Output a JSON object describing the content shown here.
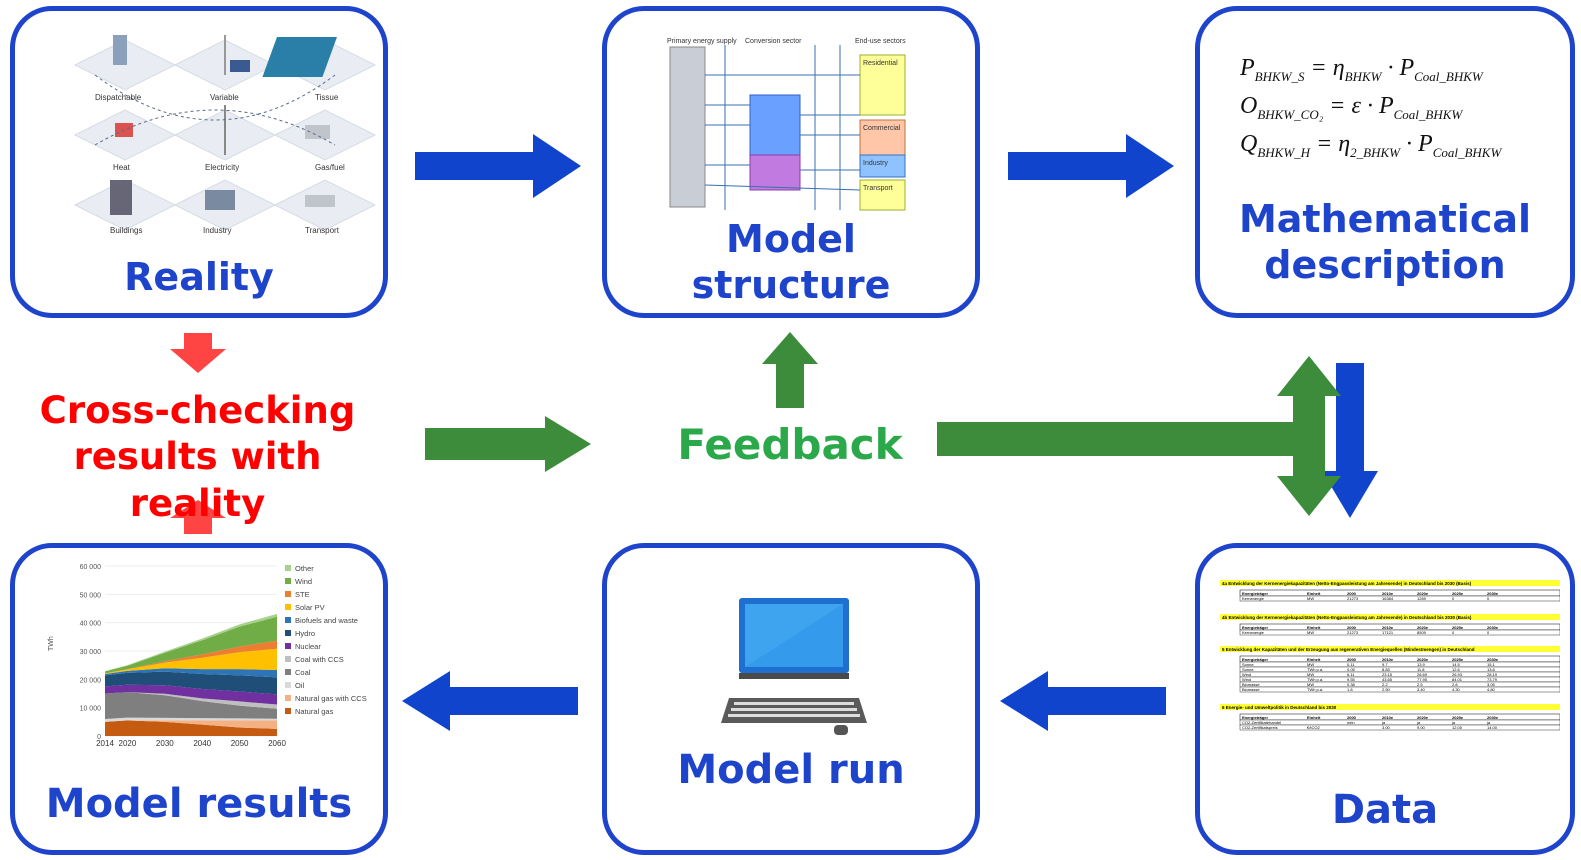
{
  "boxes": {
    "reality": {
      "label": "Reality",
      "map_labels": [
        "Dispatchable",
        "Variable",
        "Tissue",
        "Heat",
        "Electricity",
        "Gas/fuel",
        "Buildings",
        "Industry",
        "Transport"
      ]
    },
    "model_structure": {
      "label_line1": "Model",
      "label_line2": "structure",
      "columns": [
        "Primary energy supply",
        "Conversion sector",
        "End-use sectors"
      ],
      "sectors": [
        "Residential",
        "Commercial",
        "Industry",
        "Transport"
      ]
    },
    "math": {
      "label_line1": "Mathematical",
      "label_line2": "description",
      "formulas": [
        {
          "lhs": "P",
          "lhs_sub": "BHKW_S",
          "rhs_a": "η",
          "rhs_a_sub": "BHKW",
          "rhs_b": "P",
          "rhs_b_sub": "Coal_BHKW"
        },
        {
          "lhs": "O",
          "lhs_sub": "BHKW_CO₂",
          "rhs_a": "ε",
          "rhs_a_sub": "",
          "rhs_b": "P",
          "rhs_b_sub": "Coal_BHKW"
        },
        {
          "lhs": "Q",
          "lhs_sub": "BHKW_H",
          "rhs_a": "η",
          "rhs_a_sub": "2_BHKW",
          "rhs_b": "P",
          "rhs_b_sub": "Coal_BHKW"
        }
      ]
    },
    "results": {
      "label": "Model results"
    },
    "run": {
      "label": "Model run"
    },
    "data": {
      "label": "Data"
    }
  },
  "center": {
    "cross_line1": "Cross-checking",
    "cross_line2": "results with reality",
    "feedback": "Feedback"
  },
  "colors": {
    "box_border": "#1f44cc",
    "blue_arrow": "#1144cc",
    "green_arrow": "#3c8c3c",
    "red": "#ff0000",
    "red_arrow": "#ff4444",
    "feedback_green": "#2aa84a"
  },
  "chart_data": {
    "type": "area",
    "x": [
      2014,
      2020,
      2030,
      2040,
      2050,
      2060
    ],
    "xticks": [
      "2014",
      "2020",
      "2030",
      "2040",
      "2050",
      "2060"
    ],
    "yticks": [
      "0",
      "10 000",
      "20 000",
      "30 000",
      "40 000",
      "50 000",
      "60 000"
    ],
    "ylabel": "TWh",
    "ylim": [
      0,
      60000
    ],
    "series": [
      {
        "name": "Natural gas",
        "color": "#c55a11",
        "values": [
          5000,
          5500,
          5000,
          4000,
          3000,
          2500
        ]
      },
      {
        "name": "Natural gas with CCS",
        "color": "#f4b183",
        "values": [
          0,
          0,
          500,
          1500,
          2500,
          3000
        ]
      },
      {
        "name": "Oil",
        "color": "#d9d9d9",
        "values": [
          1000,
          1000,
          900,
          800,
          700,
          600
        ]
      },
      {
        "name": "Coal",
        "color": "#7f7f7f",
        "values": [
          9000,
          9000,
          8000,
          6000,
          4500,
          3500
        ]
      },
      {
        "name": "Coal with CCS",
        "color": "#bfbfbf",
        "values": [
          0,
          0,
          500,
          1000,
          1500,
          1500
        ]
      },
      {
        "name": "Nuclear",
        "color": "#7030a0",
        "values": [
          2500,
          2600,
          3000,
          3300,
          3500,
          3600
        ]
      },
      {
        "name": "Hydro",
        "color": "#1f4e79",
        "values": [
          3900,
          4200,
          4800,
          5300,
          5700,
          6000
        ]
      },
      {
        "name": "Biofuels and waste",
        "color": "#2e75b6",
        "values": [
          500,
          700,
          1200,
          1700,
          2200,
          2600
        ]
      },
      {
        "name": "Solar PV",
        "color": "#ffc000",
        "values": [
          200,
          500,
          2000,
          4000,
          6000,
          7500
        ]
      },
      {
        "name": "STE",
        "color": "#ed7d31",
        "values": [
          0,
          100,
          500,
          1200,
          2000,
          2800
        ]
      },
      {
        "name": "Wind",
        "color": "#70ad47",
        "values": [
          700,
          1200,
          3000,
          5000,
          7000,
          8500
        ]
      },
      {
        "name": "Other",
        "color": "#a9d18e",
        "values": [
          100,
          200,
          400,
          600,
          800,
          1000
        ]
      }
    ]
  },
  "table": {
    "sections": [
      "4a  Entwicklung der Kernenergiekapazitäten (Netto-Engpassleistung am Jahresende) in Deutschland bis 2030 (Basis)",
      "4b  Entwicklung der Kernenergiekapazitäten (Netto-Engpassleistung am Jahresende) in Deutschland bis 2030 (Basis)",
      "5  Entwicklung der Kapazitäten und der Erzeugung aus regenerativen Energiequellen (Mindestmengen) in Deutschland",
      "6  Energie- und Umweltpolitik in Deutschland bis 2030"
    ],
    "headers": [
      "Energieträger",
      "Einheit",
      "2000",
      "2010e",
      "2020e",
      "2025e",
      "2030e"
    ],
    "rows": [
      [
        "Kernenergie",
        "MW",
        "21273",
        "16384",
        "1269",
        "0",
        "0"
      ],
      [
        "Kernenergie",
        "MW",
        "21273",
        "17121",
        "8509",
        "0",
        "0"
      ],
      [
        "Sonne",
        "MW",
        "0.11",
        "9.7",
        "13.9",
        "14.5",
        "15.1"
      ],
      [
        "Sonne",
        "TWh p.a.",
        "0.05",
        "8.83",
        "11.8",
        "12.6",
        "13.6"
      ],
      [
        "Wind",
        "MW",
        "6.11",
        "23.15",
        "26.69",
        "26.93",
        "28.19"
      ],
      [
        "Wind",
        "TWh p.a.",
        "9.55",
        "43.65",
        "77.95",
        "84.01",
        "73.79"
      ],
      [
        "Biomasse",
        "MW",
        "0.38",
        "2.2",
        "2.5",
        "2.8",
        "3.05"
      ],
      [
        "Biomasse",
        "TWh p.a.",
        "1.8",
        "2.50",
        "3.40",
        "4.30",
        "4.80"
      ],
      [
        "CO2-Zertifikatehandel",
        "",
        "nein",
        "ja",
        "ja",
        "ja",
        "ja"
      ],
      [
        "CO2-Zertifikatspreis",
        "€/tCO2",
        "",
        "3.00",
        "9.00",
        "12.00",
        "14.00"
      ]
    ]
  }
}
